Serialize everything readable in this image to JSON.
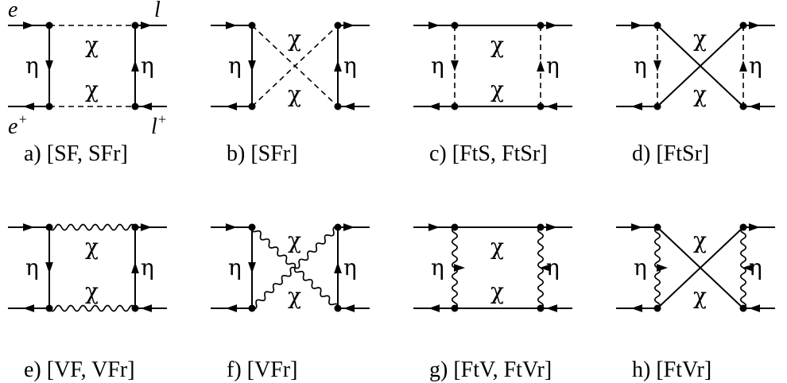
{
  "external_labels": {
    "e_in": "e",
    "l_out": "l",
    "e_plus": "e",
    "e_plus_sup": "+",
    "l_plus": "l",
    "l_plus_sup": "+"
  },
  "symbols": {
    "chi": "χ",
    "eta": "η"
  },
  "diagrams": [
    {
      "id": "a",
      "caption": "a)  [SF, SFr]",
      "fermion_line": "vertical",
      "internal_top": "scalar",
      "internal_bottom": "scalar",
      "crossed": false
    },
    {
      "id": "b",
      "caption": "b)  [SFr]",
      "fermion_line": "vertical",
      "internal_top": "scalar",
      "internal_bottom": "scalar",
      "crossed": true
    },
    {
      "id": "c",
      "caption": "c)  [FtS, FtSr]",
      "fermion_line": "horizontal",
      "vertical_lines": "scalar",
      "crossed": false
    },
    {
      "id": "d",
      "caption": "d)  [FtSr]",
      "fermion_line": "horizontal",
      "vertical_lines": "scalar",
      "crossed": true
    },
    {
      "id": "e",
      "caption": "e)  [VF, VFr]",
      "fermion_line": "vertical",
      "internal_top": "vector",
      "internal_bottom": "vector",
      "crossed": false
    },
    {
      "id": "f",
      "caption": "f)  [VFr]",
      "fermion_line": "vertical",
      "internal_top": "vector",
      "internal_bottom": "vector",
      "crossed": true
    },
    {
      "id": "g",
      "caption": "g)  [FtV, FtVr]",
      "fermion_line": "horizontal",
      "vertical_lines": "vector",
      "crossed": false
    },
    {
      "id": "h",
      "caption": "h)  [FtVr]",
      "fermion_line": "horizontal",
      "vertical_lines": "vector",
      "crossed": true
    }
  ]
}
